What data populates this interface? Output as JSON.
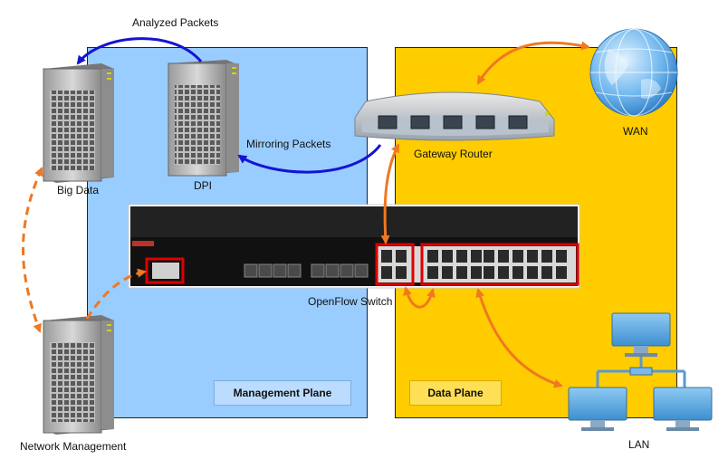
{
  "planes": {
    "management": {
      "label": "Management Plane",
      "color": "#99ccff",
      "label_bg": "#bcdcff"
    },
    "data": {
      "label": "Data Plane",
      "color": "#ffcc00",
      "label_bg": "#ffdf55"
    }
  },
  "nodes": {
    "big_data": "Big Data",
    "dpi": "DPI",
    "network_management": "Network Management",
    "gateway_router": "Gateway Router",
    "wan": "WAN",
    "lan": "LAN",
    "openflow_switch": "OpenFlow Switch"
  },
  "edges": {
    "analyzed_packets": "Analyzed Packets",
    "mirroring_packets": "Mirroring Packets"
  },
  "colors": {
    "blue_arrow": "#1414d2",
    "orange_arrow": "#f07820",
    "highlight": "#dd0000"
  },
  "icons": [
    "server-icon",
    "router-icon",
    "globe-icon",
    "network-switch-icon",
    "monitor-icon"
  ]
}
